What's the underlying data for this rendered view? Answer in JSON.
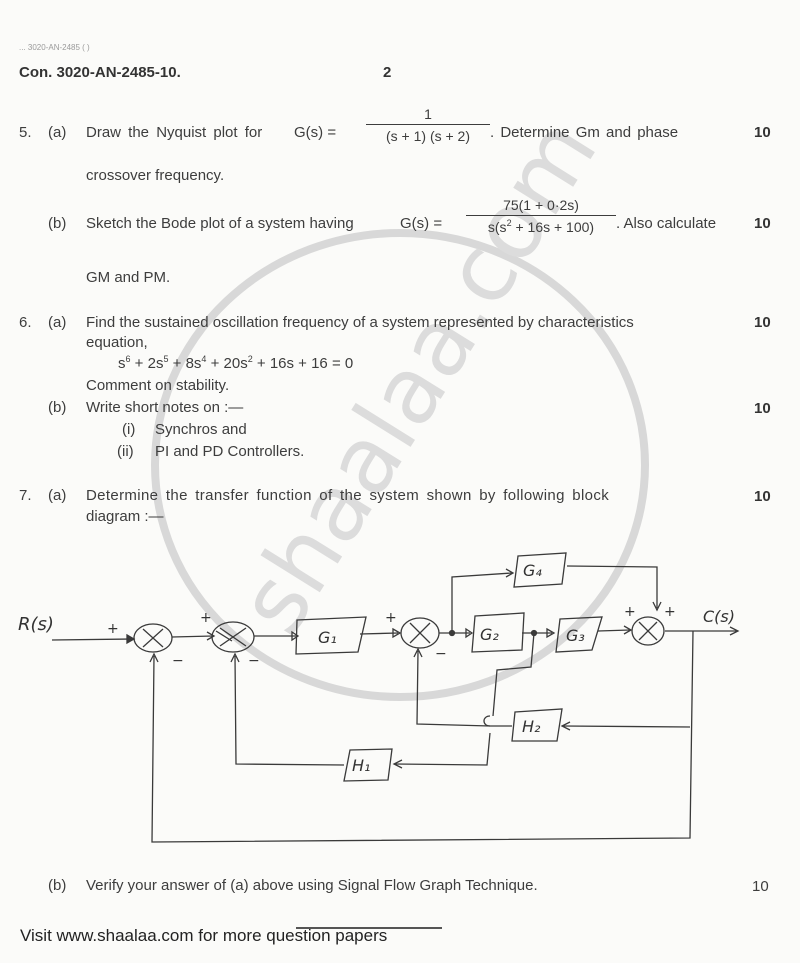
{
  "header": {
    "top_faint_text": "... 3020-AN-2485 ( )",
    "paper_code": "Con. 3020-AN-2485-10.",
    "page_number": "2"
  },
  "questions": [
    {
      "number": "5.",
      "parts": [
        {
          "label": "(a)",
          "text_before": "Draw the Nyquist plot for",
          "lhs": "G(s) =",
          "numerator": "1",
          "denominator": "(s + 1) (s + 2)",
          "text_after": ". Determine Gm and phase",
          "continuation": "crossover frequency.",
          "marks": "10"
        },
        {
          "label": "(b)",
          "text_before": "Sketch the Bode plot of a system having",
          "lhs": "G(s) =",
          "numerator": "75(1 + 0·2s)",
          "denominator_prefix": "s(s",
          "denominator_sup": "2",
          "denominator_suffix": " + 16s + 100)",
          "text_after": ". Also calculate",
          "continuation": "GM and PM.",
          "marks": "10"
        }
      ]
    },
    {
      "number": "6.",
      "parts": [
        {
          "label": "(a)",
          "line1": "Find the sustained oscillation frequency of a system represented by characteristics",
          "line2": "equation,",
          "equation": {
            "t1": "s",
            "e1": "6",
            "t2": " + 2s",
            "e2": "5",
            "t3": " + 8s",
            "e3": "4",
            "t4": " + 20s",
            "e4": "2",
            "t5": " + 16s + 16 = 0"
          },
          "line4": "Comment on stability.",
          "marks": "10"
        },
        {
          "label": "(b)",
          "line1": "Write short notes on :—",
          "items": [
            {
              "label": "(i)",
              "text": "Synchros and"
            },
            {
              "label": "(ii)",
              "text": "PI and PD Controllers."
            }
          ],
          "marks": "10"
        }
      ]
    },
    {
      "number": "7.",
      "parts": [
        {
          "label": "(a)",
          "line1": "Determine the transfer function of the system shown by following block",
          "line2": "diagram :—",
          "marks": "10"
        },
        {
          "label": "(b)",
          "line1": "Verify your answer of (a) above using Signal Flow Graph Technique.",
          "marks": "10"
        }
      ]
    }
  ],
  "block_diagram": {
    "input_label": "R(s)",
    "output_label": "C(s)",
    "blocks": [
      "G1",
      "G2",
      "G3",
      "G4",
      "H1",
      "H2"
    ],
    "block_labels": {
      "G1": "G₁",
      "G2": "G₂",
      "G3": "G₃",
      "G4": "G₄",
      "H1": "H₁",
      "H2": "H₂"
    },
    "signs": {
      "plus": "+",
      "minus": "−"
    }
  },
  "watermark": {
    "text": "shaalaa.com"
  },
  "footer": {
    "text": "Visit www.shaalaa.com for more question papers"
  }
}
